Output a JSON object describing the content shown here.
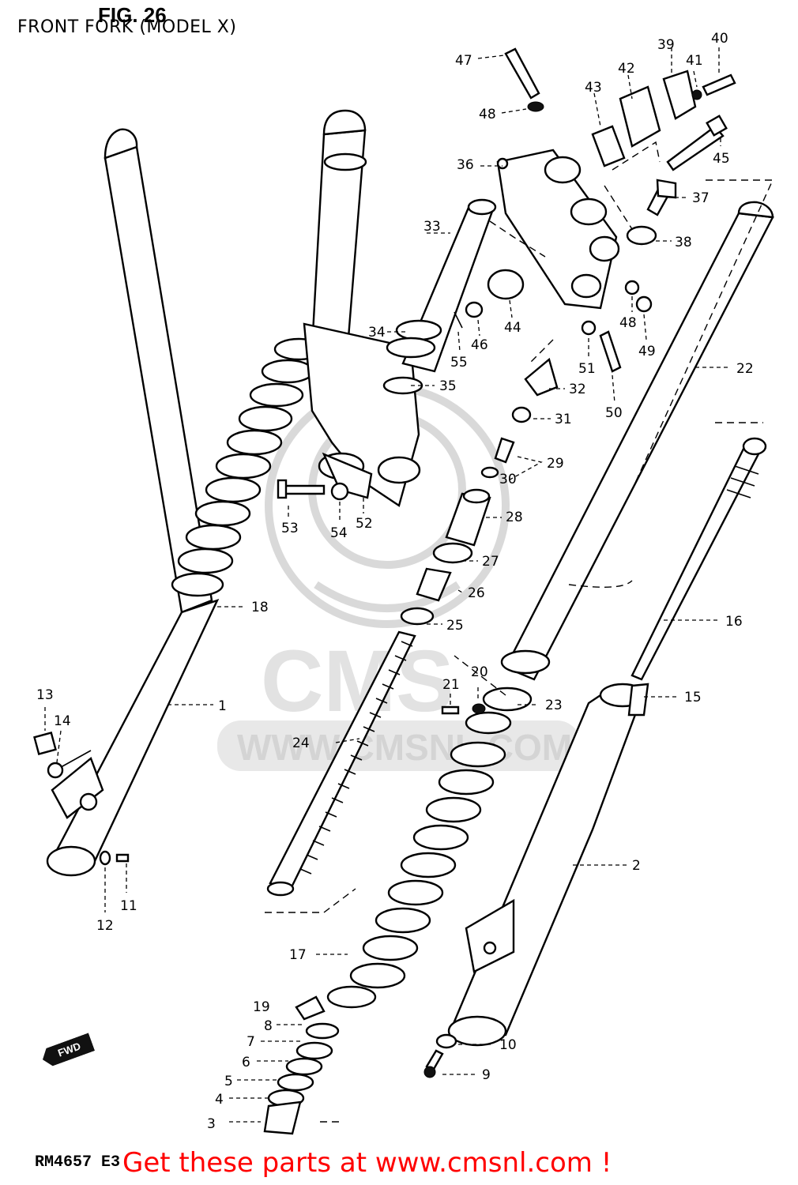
{
  "header": {
    "subtitle": "FRONT FORK (MODEL X)",
    "figure": "FIG. 26"
  },
  "footer": {
    "model_code": "RM4657 E3",
    "promo": "Get these parts at www.cmsnl.com !"
  },
  "badge": {
    "fwd": "FWD"
  },
  "watermark": {
    "brand": "CMS",
    "url": "WWW.CMSNL.COM"
  },
  "callouts": [
    "1",
    "2",
    "3",
    "4",
    "5",
    "6",
    "7",
    "8",
    "9",
    "10",
    "11",
    "12",
    "13",
    "14",
    "15",
    "16",
    "17",
    "18",
    "19",
    "20",
    "21",
    "22",
    "23",
    "24",
    "25",
    "26",
    "27",
    "28",
    "29",
    "30",
    "31",
    "32",
    "33",
    "34",
    "35",
    "36",
    "37",
    "38",
    "39",
    "40",
    "41",
    "42",
    "43",
    "44",
    "45",
    "46",
    "47",
    "48",
    "48",
    "49",
    "50",
    "51",
    "52",
    "53",
    "54",
    "55"
  ],
  "colors": {
    "promo_text": "#ff0000",
    "line_art": "#000000",
    "watermark": "#d9d9d9"
  }
}
